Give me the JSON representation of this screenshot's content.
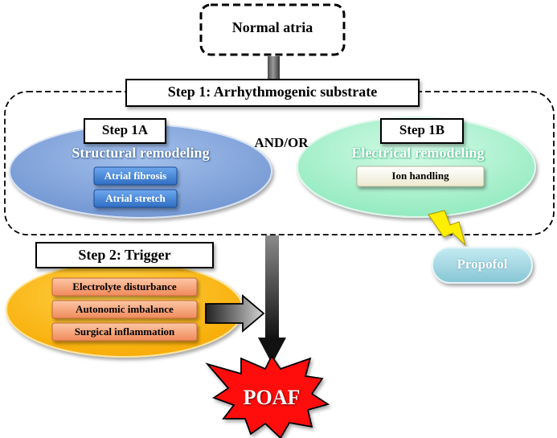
{
  "normal_atria": "Normal atria",
  "step1": {
    "title": "Step 1: Arrhythmogenic substrate",
    "connector": "AND/OR"
  },
  "step1a": {
    "title": "Step 1A",
    "heading": "Structural remodeling",
    "items": [
      "Atrial fibrosis",
      "Atrial stretch"
    ]
  },
  "step1b": {
    "title": "Step 1B",
    "heading": "Electrical remodeling",
    "items": [
      "Ion handling"
    ]
  },
  "propofol": "Propofol",
  "step2": {
    "title": "Step 2: Trigger",
    "items": [
      "Electrolyte disturbance",
      "Autonomic imbalance",
      "Surgical inflammation"
    ]
  },
  "outcome": "POAF",
  "colors": {
    "step1a_fill": "#7a9fd8",
    "step1a_box": "#3f7fd4",
    "step1b_fill": "#9ef0c6",
    "step1b_box": "#f8f6e6",
    "step2_fill": "#ffb600",
    "step2_box": "#f8a274",
    "propofol_fill": "#9fd5e1",
    "bolt": "#ffee00",
    "poaf_red": "#ff1111"
  }
}
